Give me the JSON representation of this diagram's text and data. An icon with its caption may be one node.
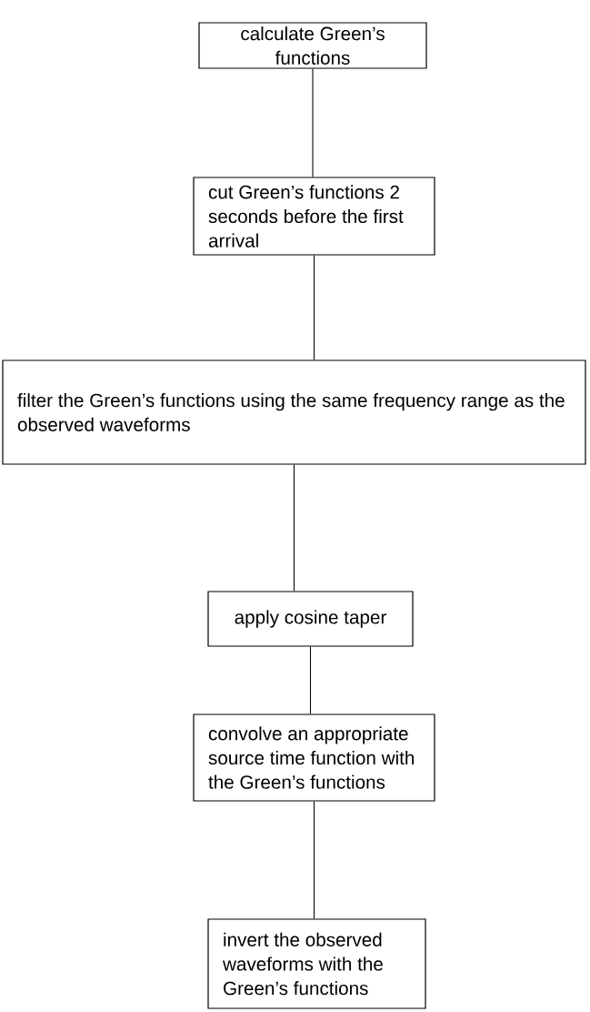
{
  "diagram": {
    "nodes": [
      {
        "text": [
          "calculate Green’s functions"
        ]
      },
      {
        "text": [
          "cut Green’s functions 2 seconds before the first arrival"
        ]
      },
      {
        "text": [
          "filter the Green’s functions using the same frequency range as the observed waveforms"
        ]
      },
      {
        "text": [
          "apply cosine taper"
        ]
      },
      {
        "text": [
          "convolve an appropriate source time function with the Green’s functions"
        ]
      },
      {
        "text": [
          "invert the observed waveforms with the Green’s functions"
        ]
      }
    ],
    "edges": [
      {
        "from": 0,
        "to": 1,
        "arrow": "none"
      },
      {
        "from": 1,
        "to": 2,
        "arrow": "none"
      },
      {
        "from": 2,
        "to": 3,
        "arrow": "none"
      },
      {
        "from": 3,
        "to": 4,
        "arrow": "none"
      },
      {
        "from": 4,
        "to": 5,
        "arrow": "none"
      }
    ]
  }
}
